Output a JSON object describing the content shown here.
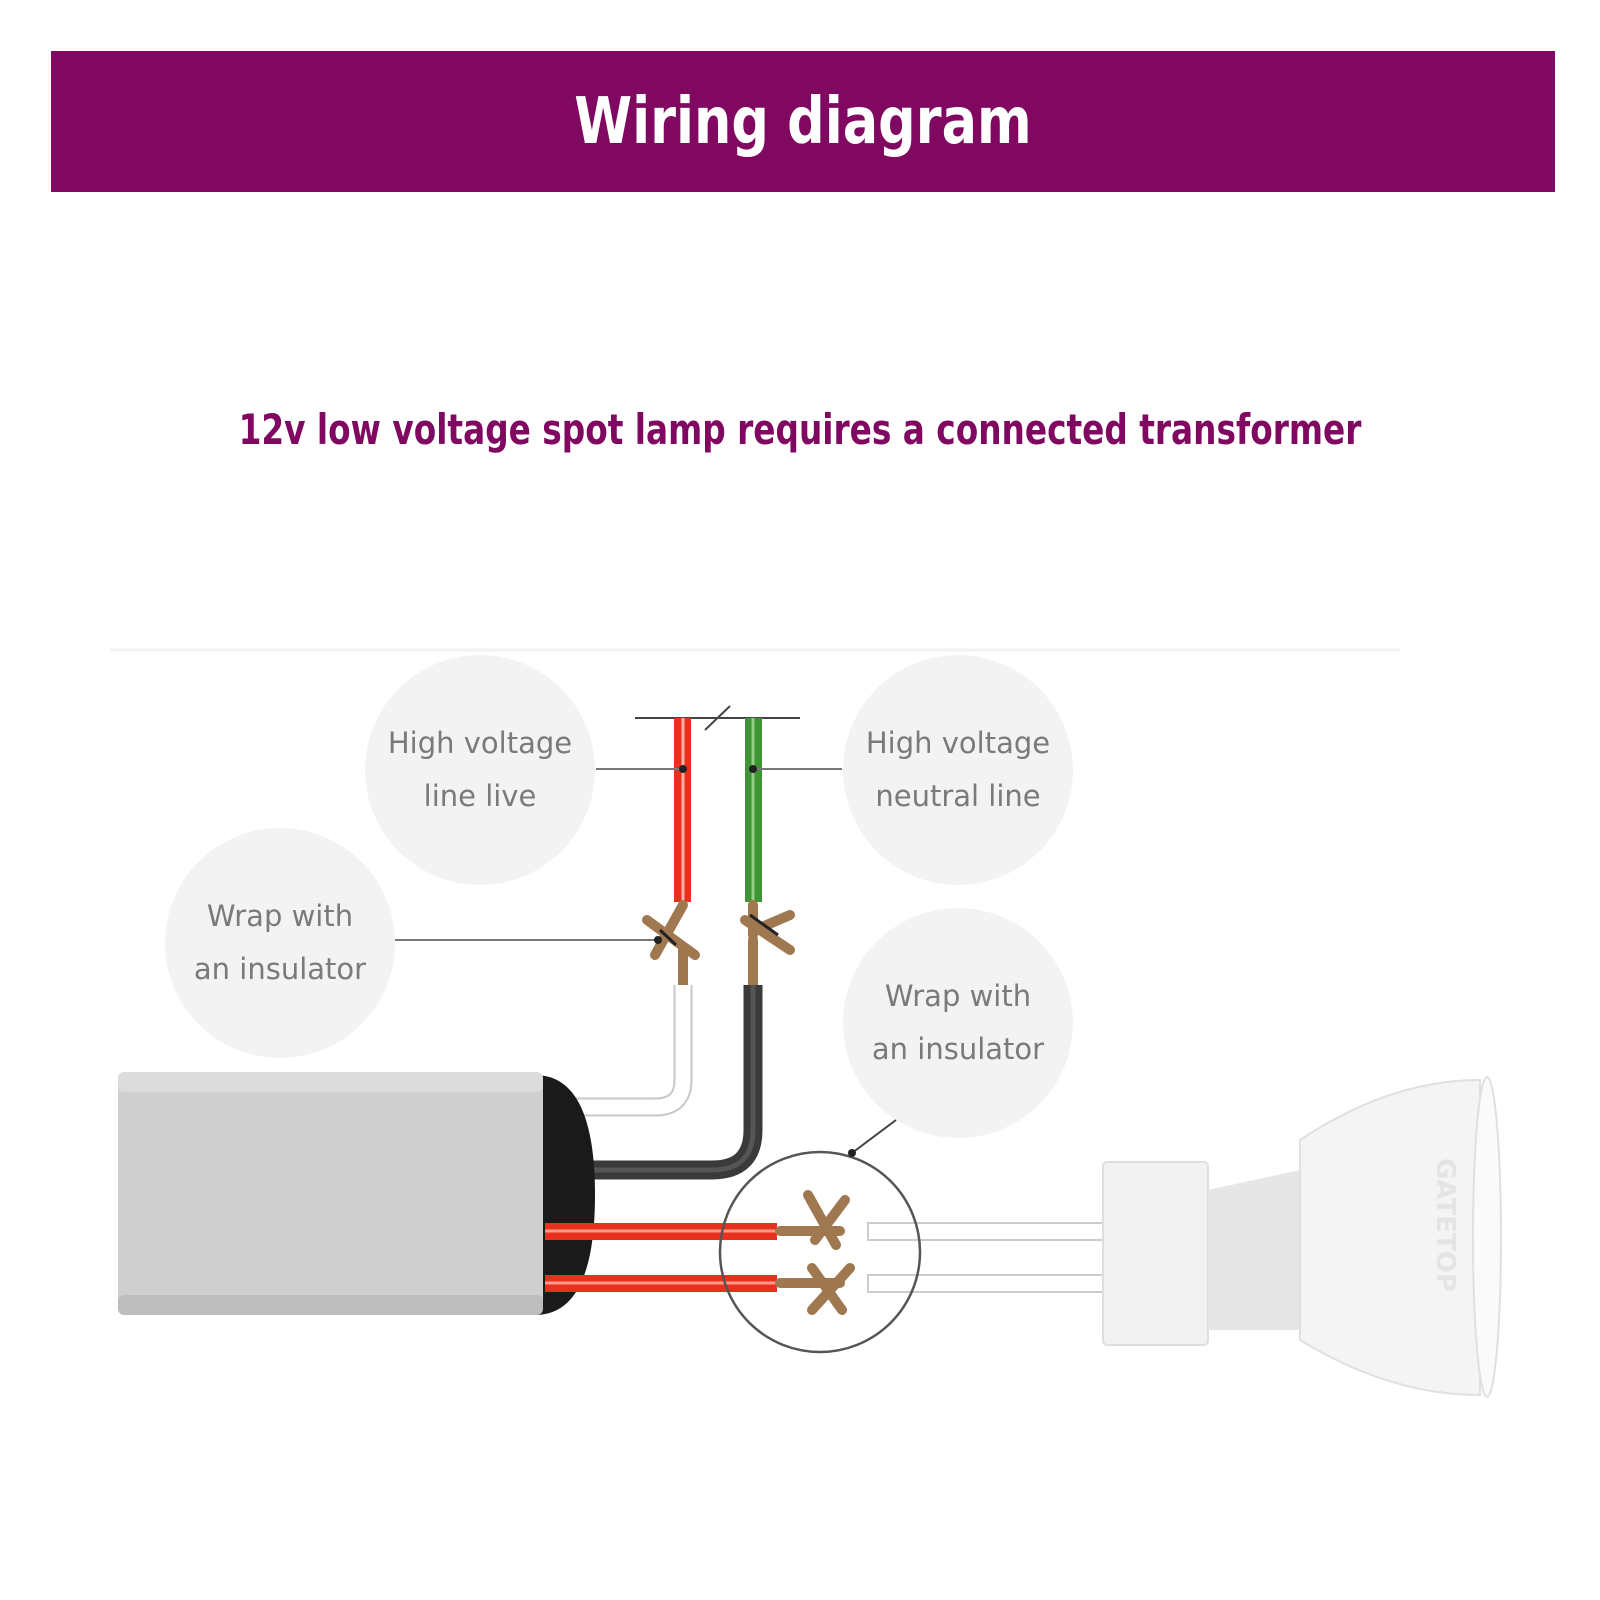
{
  "header": {
    "title": "Wiring diagram"
  },
  "subtitle": "12v low voltage spot lamp requires a connected transformer",
  "labels": {
    "hv_live": [
      "High voltage",
      "line live"
    ],
    "hv_neutral": [
      "High voltage",
      "neutral line"
    ],
    "wrap_left": [
      "Wrap with",
      "an insulator"
    ],
    "wrap_right": [
      "Wrap with",
      "an insulator"
    ]
  },
  "lamp_brand": "GATETOP",
  "colors": {
    "accent": "#800860",
    "bubble": "#f3f3f3",
    "label_text": "#7a7a7a",
    "live_wire": "#e8301f",
    "neutral_wire": "#3e9436",
    "connector": "#a07850",
    "transformer": "#cfcfcf"
  }
}
